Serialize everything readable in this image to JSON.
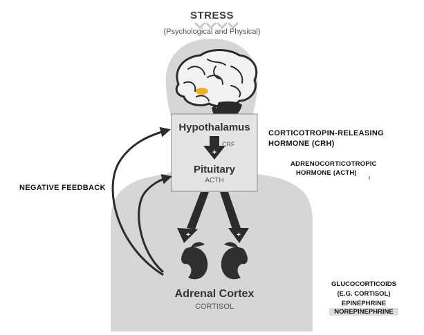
{
  "stress": {
    "title": "STRESS",
    "subtitle": "(Psychological and Physical)"
  },
  "hypothalamus": {
    "label": "Hypothalamus",
    "hormone": "CRF"
  },
  "pituitary": {
    "label": "Pituitary",
    "hormone": "ACTH"
  },
  "adrenal": {
    "label": "Adrenal Cortex",
    "hormone": "CORTISOL"
  },
  "feedback": {
    "label": "NEGATIVE FEEDBACK"
  },
  "crh": {
    "line1": "CORTICOTROPIN-RELEASING",
    "line2": "HORMONE (CRH)"
  },
  "acth_label": {
    "line1": "ADRENOCORTICOTROPIC",
    "line2": "HORMONE (ACTH)"
  },
  "glucocorticoids": {
    "line1": "GLUCOCORTICOIDS",
    "line2": "(E.G. CORTISOL)",
    "line3": "EPINEPHRINE",
    "line4": "NOREPINEPHRINE"
  },
  "arrow_signs": {
    "positive": "+"
  },
  "colors": {
    "body_silhouette": "#d6d6d6",
    "brain": "#f2f2f2",
    "brain_outline": "#2a2a2a",
    "highlight": "#f2b01e",
    "arrow": "#2b2b2b",
    "kidney": "#2f2f2f",
    "stress_arrows": "#c8c8c8"
  }
}
